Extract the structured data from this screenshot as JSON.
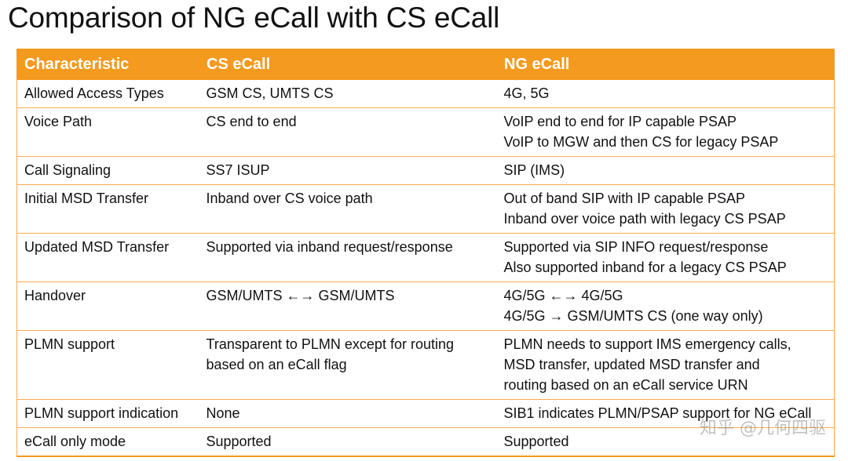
{
  "title": "Comparison of NG eCall with CS eCall",
  "table": {
    "headers": [
      "Characteristic",
      "CS eCall",
      "NG eCall"
    ],
    "rows": [
      {
        "characteristic": "Allowed Access Types",
        "cs": [
          "GSM CS, UMTS CS"
        ],
        "ng": [
          "4G, 5G"
        ]
      },
      {
        "characteristic": "Voice Path",
        "cs": [
          "CS end to end"
        ],
        "ng": [
          "VoIP end to end for IP capable PSAP",
          "VoIP to MGW and then CS for legacy PSAP"
        ]
      },
      {
        "characteristic": "Call Signaling",
        "cs": [
          "SS7 ISUP"
        ],
        "ng": [
          "SIP (IMS)"
        ]
      },
      {
        "characteristic": "Initial MSD Transfer",
        "cs": [
          "Inband over CS voice path"
        ],
        "ng": [
          "Out of band SIP with IP capable PSAP",
          "Inband over voice path with legacy CS PSAP"
        ]
      },
      {
        "characteristic": "Updated MSD Transfer",
        "cs": [
          "Supported via inband request/response"
        ],
        "ng": [
          "Supported via SIP INFO request/response",
          "Also supported inband for a legacy CS PSAP"
        ]
      },
      {
        "characteristic": "Handover",
        "cs": [
          "GSM/UMTS ←→ GSM/UMTS"
        ],
        "ng": [
          "4G/5G ←→ 4G/5G",
          "4G/5G → GSM/UMTS CS (one way only)"
        ]
      },
      {
        "characteristic": "PLMN support",
        "cs": [
          "Transparent to PLMN except for routing",
          "based on an eCall flag"
        ],
        "ng": [
          "PLMN needs to support IMS emergency calls,",
          "MSD transfer, updated MSD transfer and",
          "routing based on an eCall service URN"
        ]
      },
      {
        "characteristic": "PLMN support indication",
        "cs": [
          "None"
        ],
        "ng": [
          "SIB1 indicates PLMN/PSAP support for NG eCall"
        ]
      },
      {
        "characteristic": "eCall only mode",
        "cs": [
          "Supported"
        ],
        "ng": [
          "Supported"
        ]
      }
    ]
  },
  "watermark": "知乎 @几何四驱",
  "colors": {
    "header_bg": "#f39a1f",
    "border": "#f6ad4e",
    "header_text": "#ffffff"
  }
}
